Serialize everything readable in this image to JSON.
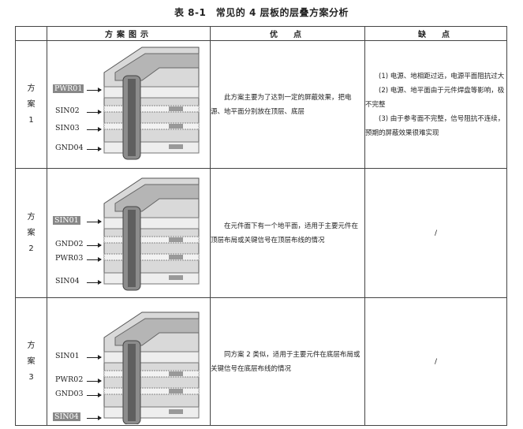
{
  "title": "表 8-1　常见的 4 层板的层叠方案分析",
  "headers": {
    "scheme": "方案图示",
    "advantages": "优　点",
    "disadvantages": "缺　点"
  },
  "rows": [
    {
      "label": [
        "方",
        "案",
        "1"
      ],
      "layers": [
        "PWR01",
        "SIN02",
        "SIN03",
        "GND04"
      ],
      "highlight": 0,
      "advantages": "此方案主要为了达到一定的屏蔽效果，把电源、地平面分别放在顶层、底层",
      "disadvantages": [
        "(1) 电源、地相距过远，电源平面阻抗过大",
        "(2) 电源、地平面由于元件焊盘等影响，极不完整",
        "(3) 由于参考面不完整，信号阻抗不连续，预期的屏蔽效果很难实现"
      ]
    },
    {
      "label": [
        "方",
        "案",
        "2"
      ],
      "layers": [
        "SIN01",
        "GND02",
        "PWR03",
        "SIN04"
      ],
      "highlight": 0,
      "advantages": "在元件面下有一个地平面，适用于主要元件在顶层布局或关键信号在顶层布线的情况",
      "disadvantages": [
        "/"
      ]
    },
    {
      "label": [
        "方",
        "案",
        "3"
      ],
      "layers": [
        "SIN01",
        "PWR02",
        "GND03",
        "SIN04"
      ],
      "highlight": 3,
      "advantages": "同方案 2 类似，适用于主要元件在底层布局或关键信号在底层布线的情况",
      "disadvantages": [
        "/"
      ]
    }
  ]
}
